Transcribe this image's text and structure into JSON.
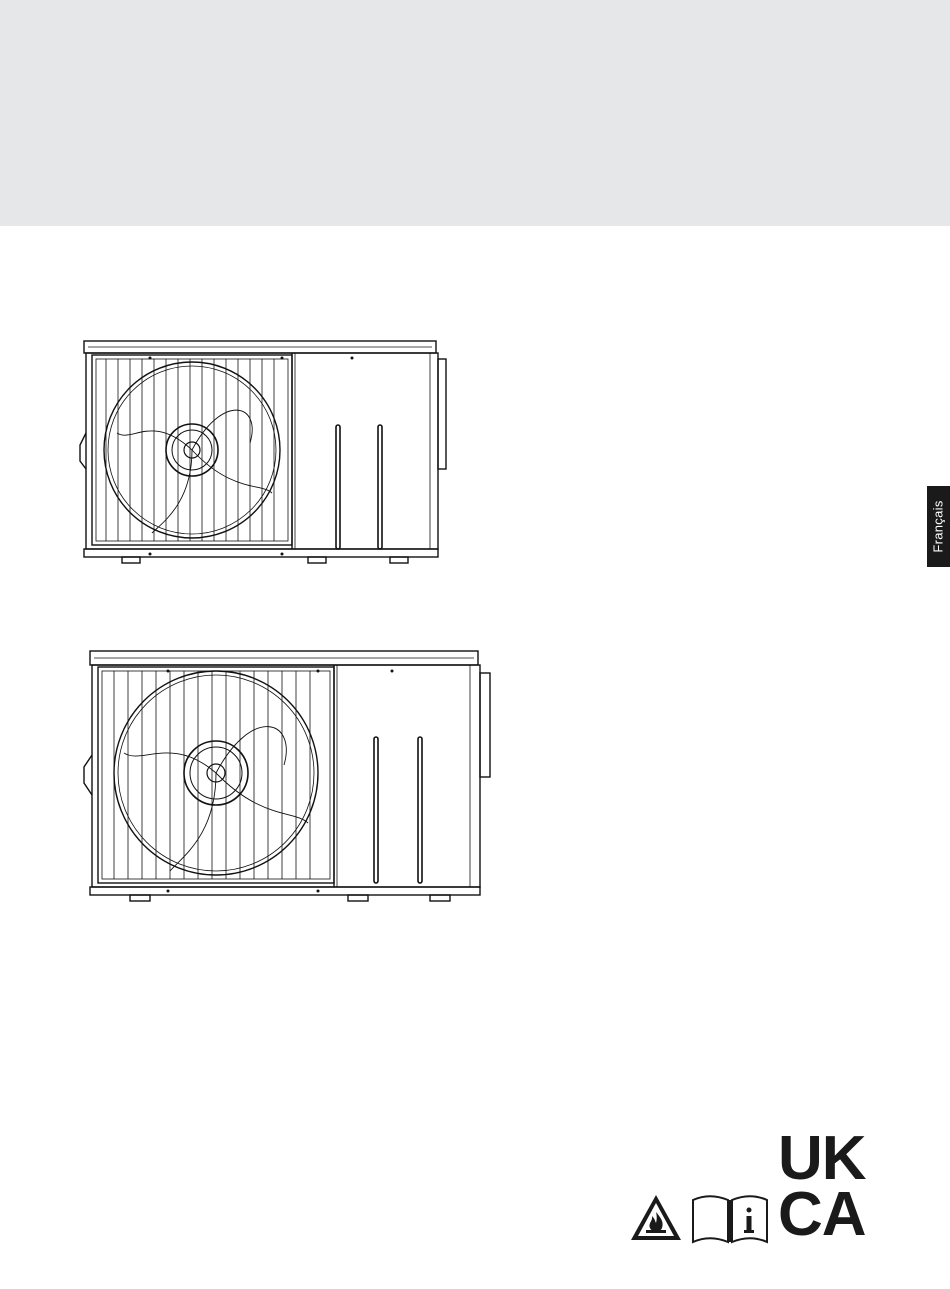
{
  "side_tab": {
    "label": "Français"
  },
  "certification": {
    "line1": "UK",
    "line2": "CA"
  },
  "icons": {
    "flammable_warning": "flammable-warning-icon",
    "read_manual": "read-manual-icon"
  },
  "colors": {
    "header_band": "#e6e7e8",
    "tab_background": "#1a1a1a",
    "line_art": "#111111"
  }
}
